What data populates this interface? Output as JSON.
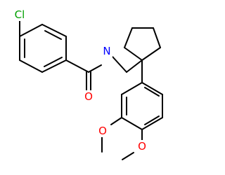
{
  "molecule": {
    "atoms": {
      "chlorine": {
        "text": "Cl",
        "color": "#00A000"
      },
      "nitrogen": {
        "text": "N",
        "color": "#0000FF"
      },
      "carbonyl_oxygen": {
        "text": "O",
        "color": "#FF0000"
      },
      "methoxy_oxygen_3": {
        "text": "O",
        "color": "#FF0000"
      },
      "methoxy_oxygen_4": {
        "text": "O",
        "color": "#FF0000"
      }
    },
    "bond_color": "#000000"
  }
}
